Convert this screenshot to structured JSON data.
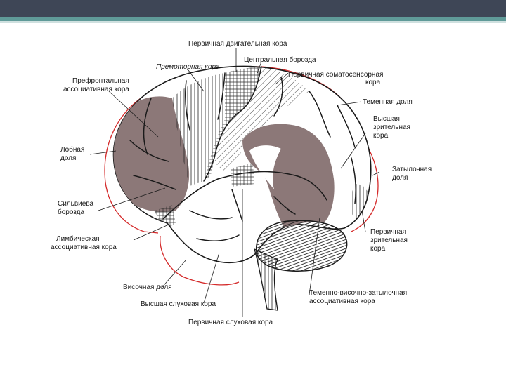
{
  "labels": {
    "primary_motor": "Первичная двигательная кора",
    "central_sulcus": "Центральная борозда",
    "premotor": "Премоторная кора",
    "prefrontal_1": "Префронтальная",
    "prefrontal_2": "ассоциативная кора",
    "somatosensory_1": "Первичная  соматосенсорная",
    "somatosensory_2": "кора",
    "parietal_lobe": "Теменная доля",
    "higher_visual_1": "Высшая",
    "higher_visual_2": "зрительная",
    "higher_visual_3": "кора",
    "frontal_lobe_1": "Лобная",
    "frontal_lobe_2": "доля",
    "occipital_lobe_1": "Затылочная",
    "occipital_lobe_2": "доля",
    "sylvian_1": "Сильвиева",
    "sylvian_2": "борозда",
    "limbic_1": "Лимбическая",
    "limbic_2": "ассоциативная кора",
    "primary_visual_1": "Первичная",
    "primary_visual_2": "зрительная",
    "primary_visual_3": "кора",
    "temporal_lobe": "Височная доля",
    "higher_auditory": "Высшая слуховая кора",
    "primary_auditory": "Первичная слуховая кора",
    "tpo_1": "Теменно-височно-затылочная",
    "tpo_2": "ассоциативная кора"
  },
  "colors": {
    "association_area": "#8c7878",
    "lobe_boundary": "#d42a2a",
    "outline": "#1a1a1a",
    "header_dark": "#3e4656",
    "header_teal": "#5f9a98"
  }
}
